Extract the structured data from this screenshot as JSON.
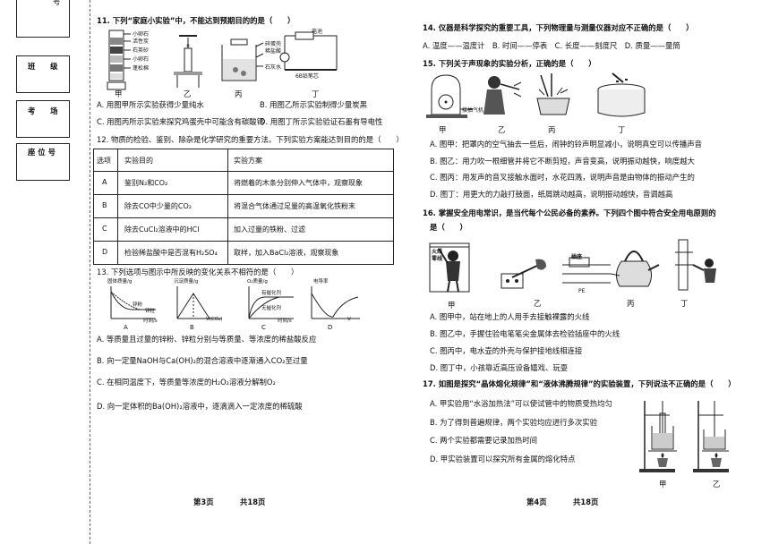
{
  "binding_sidebar": {
    "top_fragment": "号",
    "labels": [
      "班　　级",
      "考　　场",
      "座 位 号"
    ]
  },
  "page3": {
    "q11": {
      "stem": "11. 下列“家庭小实验”中，不能达到预期目的的是（　　）",
      "fig_labels": [
        "甲",
        "乙",
        "丙",
        "丁"
      ],
      "jia_parts": [
        "小卵石",
        "活性炭",
        "石英砂",
        "小卵石",
        "蓬松棉"
      ],
      "bing_parts": [
        "碎蛋壳",
        "稀盐酸",
        "石灰水"
      ],
      "ding_parts": [
        "电池",
        "6B铅笔芯"
      ],
      "options": [
        "A. 用图甲所示实验获得少量纯水",
        "B. 用图乙所示实验制得少量炭黑",
        "C. 用图丙所示实验来探究鸡蛋壳中可能含有碳酸钙",
        "D. 用图丁所示实验验证石墨有导电性"
      ]
    },
    "q12": {
      "stem": "12. 物质的检验、鉴别、除杂是化学研究的重要方法。下列实验方案能达到目的的是（　　）",
      "headers": [
        "选项",
        "实验目的",
        "实验方案"
      ],
      "rows": [
        [
          "A",
          "鉴别N₂和CO₂",
          "将燃着的木条分别伸入气体中，观察现象"
        ],
        [
          "B",
          "除去CO中少量的CO₂",
          "将混合气体通过足量的高温氧化铁粉末"
        ],
        [
          "C",
          "除去CuCl₂溶液中的HCl",
          "加入过量的铁粉、过滤"
        ],
        [
          "D",
          "检验稀盐酸中是否混有H₂SO₄",
          "取样，加入BaCl₂溶液，观察现象"
        ]
      ]
    },
    "q13": {
      "stem": "13. 下列选项与图示中所反映的变化关系不相符的是（　　）",
      "graph_labels": [
        "A",
        "B",
        "C",
        "D"
      ],
      "graph_ylabels": [
        "固体质量/g",
        "沉淀质量/g",
        "O₂质量/g",
        "电导率"
      ],
      "graph_xlabels": [
        "时间/s",
        "V(CO₂)",
        "时间/s",
        "V"
      ],
      "graph_notes": [
        "锌粉",
        "锌粒",
        "有催化剂",
        "无催化剂"
      ],
      "options": [
        "A. 等质量且过量的锌粉、锌粒分别与等质量、等浓度的稀盐酸反应",
        "B. 向一定量NaOH与Ca(OH)₂的混合溶液中逐渐通入CO₂至过量",
        "C. 在相同温度下，等质量等浓度的H₂O₂溶液分解制O₂",
        "D. 向一定体积的Ba(OH)₂溶液中，逐滴滴入一定浓度的稀硫酸"
      ]
    },
    "footer": {
      "page": "第3页",
      "total": "共18页"
    }
  },
  "page4": {
    "q14": {
      "stem": "14. 仪器是科学探究的重要工具，下列物理量与测量仪器对应不正确的是（　　）",
      "options_line": "A. 温度——温度计　B. 时间——停表　C. 长度——刻度尺　D. 质量——量筒"
    },
    "q15": {
      "stem": "15. 下列关于声现象的实验分析，正确的是（　　）",
      "fig_labels": [
        "甲",
        "乙",
        "丙",
        "丁"
      ],
      "fig_note": "接抽气机",
      "options": [
        "A. 图甲：把罩内的空气抽去一些后，闹钟的铃声明显减小，说明真空可以传播声音",
        "B. 图乙：用力吹一根细管并将它不断剪短，声音变高，说明振动越快，响度越大",
        "C. 图丙：用发声的音叉接触水面时，水花四溅，说明声音是由物体的振动产生的",
        "D. 图丁：用更大的力敲打鼓面，纸屑跳动越高，说明振动越快，音调越高"
      ]
    },
    "q16": {
      "stem_line1": "16. 掌握安全用电常识，是当代每个公民必备的素养。下列四个图中符合安全用电原则的",
      "stem_line2": "是（　　）",
      "fig_labels": [
        "甲",
        "乙",
        "丙",
        "丁"
      ],
      "fig_notes": [
        "火线",
        "零线",
        "插座",
        "PE"
      ],
      "options": [
        "A. 图甲中，站在地上的人用手去接触裸露的火线",
        "B. 图乙中，手握住验电笔笔尖金属体去检验插座中的火线",
        "C. 图丙中，电水壶的外壳与保护接地线相连接",
        "D. 图丁中，小孩靠近高压设备嬉戏、玩耍"
      ]
    },
    "q17": {
      "stem": "17. 如图是探究“晶体熔化规律”和“液体沸腾规律”的实验装置，下列说法不正确的是（　　）",
      "fig_labels": [
        "甲",
        "乙"
      ],
      "options": [
        "A. 甲实验用“水浴加热法”可以使试管中的物质受热均匀",
        "B. 为了得到普遍规律，两个实验均应进行多次实验",
        "C. 两个实验都需要记录加热时间",
        "D. 甲实验装置可以探究所有金属的熔化特点"
      ]
    },
    "footer": {
      "page": "第4页",
      "total": "共18页"
    }
  }
}
